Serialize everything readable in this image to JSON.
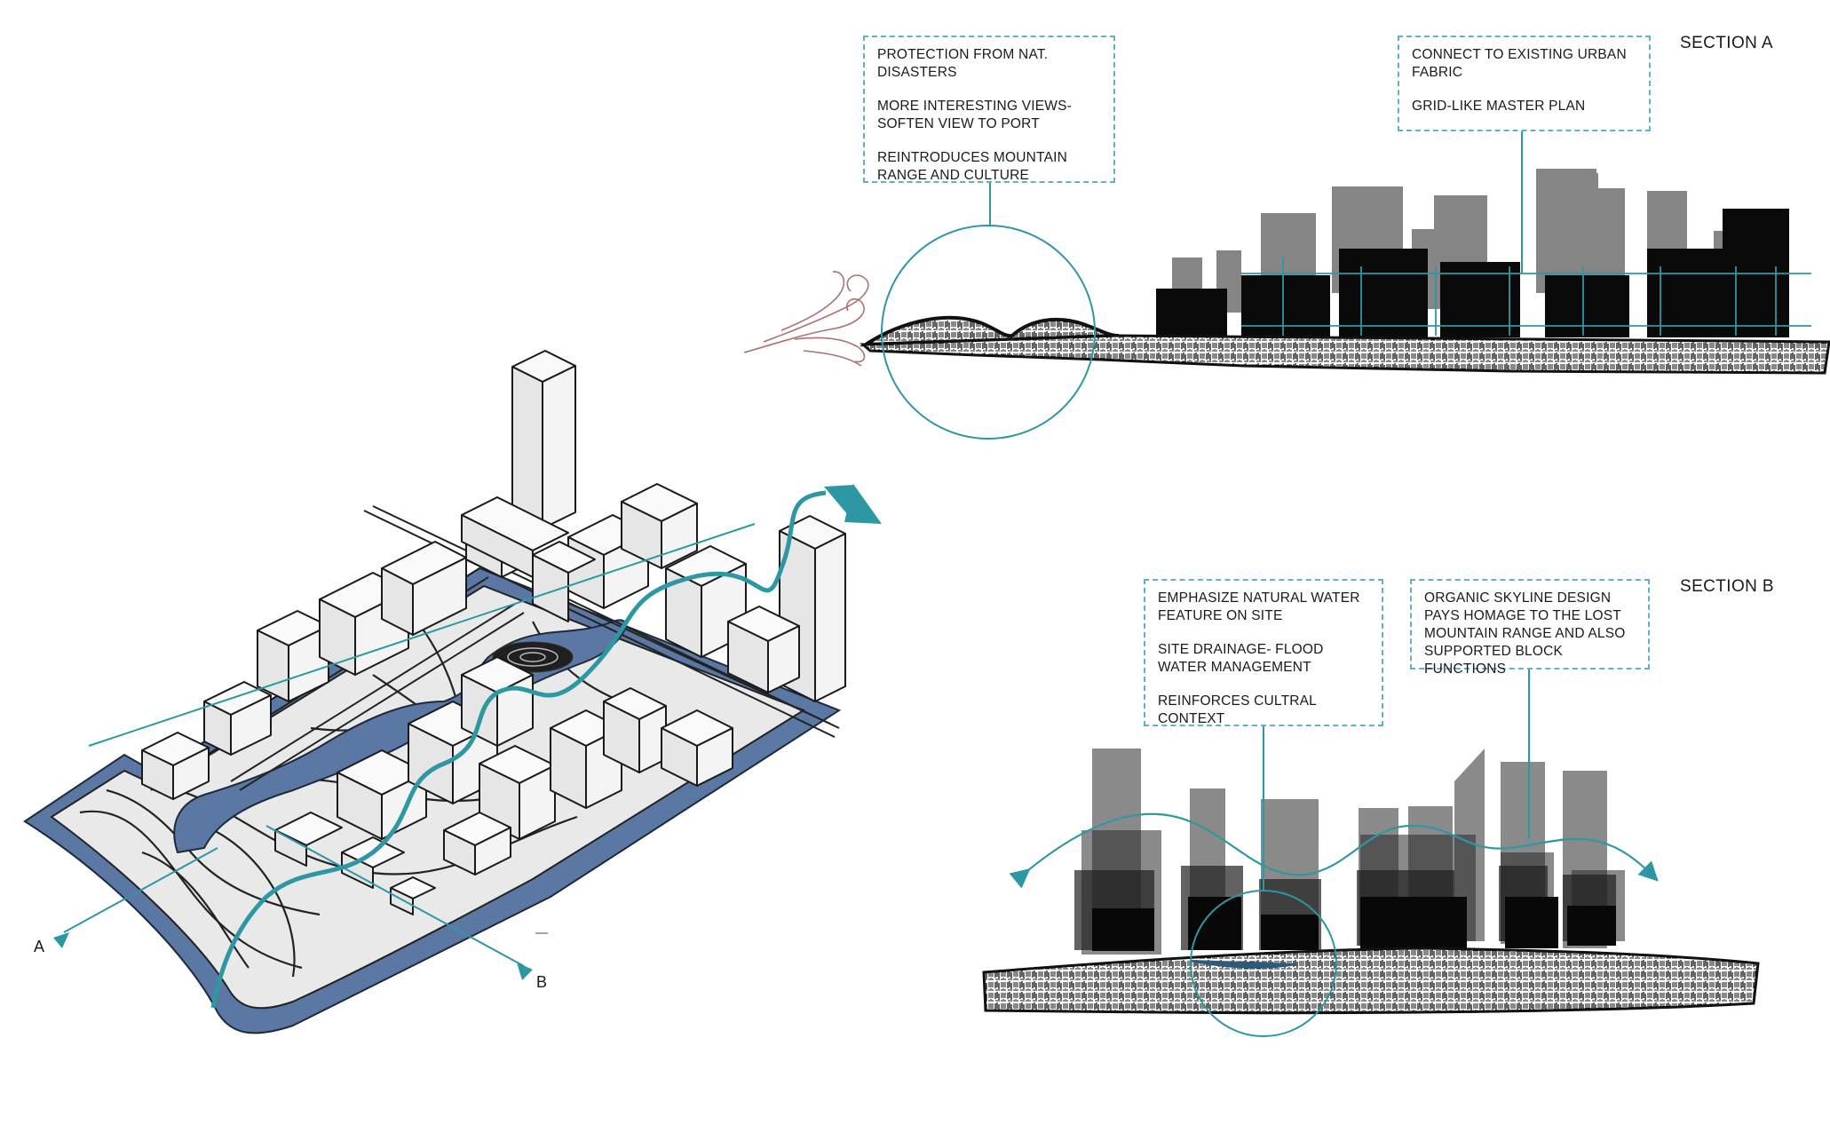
{
  "section_a": {
    "title": "SECTION A",
    "note_left": [
      "PROTECTION FROM NAT. DISASTERS",
      "MORE INTERESTING VIEWS- SOFTEN VIEW TO PORT",
      "REINTRODUCES MOUNTAIN RANGE AND CULTURE"
    ],
    "note_right": [
      "CONNECT TO EXISTING URBAN FABRIC",
      "GRID-LIKE MASTER PLAN"
    ]
  },
  "section_b": {
    "title": "SECTION B",
    "note_left": [
      "EMPHASIZE NATURAL WATER FEATURE ON SITE",
      "SITE DRAINAGE- FLOOD WATER MANAGEMENT",
      "REINFORCES CULTRAL CONTEXT"
    ],
    "note_right": [
      "ORGANIC SKYLINE DESIGN PAYS HOMAGE TO THE LOST MOUNTAIN RANGE AND ALSO SUPPORTED BLOCK FUNCTIONS"
    ]
  },
  "axon": {
    "cut_a_label": "A",
    "cut_b_label": "B"
  },
  "colors": {
    "teal": "#2e97a4",
    "note_border": "#5fb4bd",
    "water": "#5a78a3",
    "building_fill": "#f2f2f2",
    "skyline_dark": "#0a0a0a",
    "skyline_grey": "#858585",
    "wind": "#b07070"
  }
}
